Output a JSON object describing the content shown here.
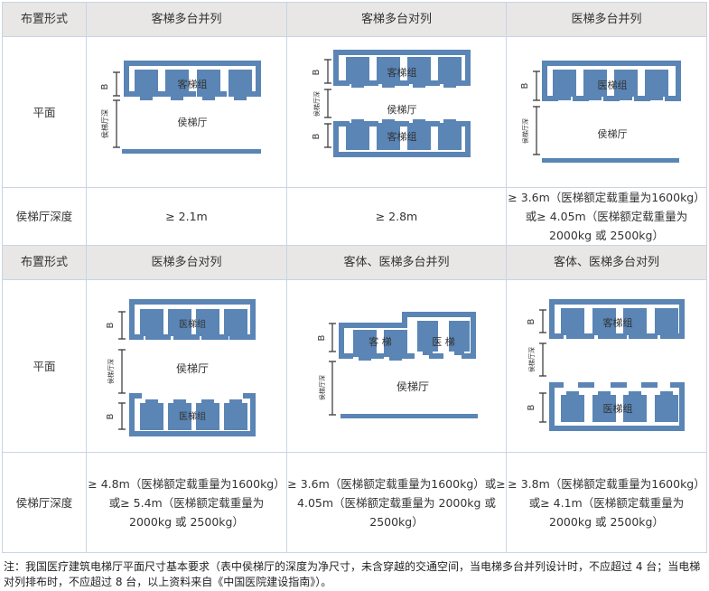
{
  "table": {
    "header_row_1": {
      "label": "布置形式",
      "columns": [
        "客梯多台并列",
        "客梯多台对列",
        "医梯多台并列"
      ]
    },
    "plan_row_1": {
      "label": "平面",
      "diagrams": [
        {
          "group_label": "客梯组",
          "lobby_label": "侯梯厅",
          "dim_b": "B",
          "dim_depth": "侯梯厅深"
        },
        {
          "group_label_top": "客梯组",
          "group_label_bottom": "客梯组",
          "lobby_label": "侯梯厅",
          "dim_b": "B",
          "dim_depth": "侯梯厅深"
        },
        {
          "group_label": "医梯组",
          "lobby_label": "侯梯厅",
          "dim_b": "B",
          "dim_depth": "侯梯厅深"
        }
      ]
    },
    "depth_row_1": {
      "label": "侯梯厅深度",
      "values": [
        "≥ 2.1m",
        "≥ 2.8m",
        "≥ 3.6m（医梯额定载重量为1600kg）或≥ 4.05m（医梯额定载重量为 2000kg 或 2500kg）"
      ]
    },
    "header_row_2": {
      "label": "布置形式",
      "columns": [
        "医梯多台对列",
        "客体、医梯多台并列",
        "客体、医梯多台对列"
      ]
    },
    "plan_row_2": {
      "label": "平面",
      "diagrams": [
        {
          "group_label_top": "医梯组",
          "group_label_bottom": "医梯组",
          "lobby_label": "侯梯厅",
          "dim_b": "B",
          "dim_depth": "侯梯厅深"
        },
        {
          "group_label_left": "客 梯",
          "group_label_right": "医 梯",
          "lobby_label": "侯梯厅",
          "dim_b": "B",
          "dim_depth": "侯梯厅深"
        },
        {
          "group_label_top": "客梯组",
          "group_label_bottom": "医梯组",
          "dim_b": "B",
          "dim_depth": "侯梯厅深"
        }
      ]
    },
    "depth_row_2": {
      "label": "侯梯厅深度",
      "values": [
        "≥ 4.8m（医梯额定载重量为1600kg）或≥ 5.4m（医梯额定载重量为 2000kg 或 2500kg）",
        "≥ 3.6m（医梯额定载重量为1600kg）或≥ 4.05m（医梯额定载重量为 2000kg 或 2500kg）",
        "≥ 3.8m（医梯额定载重量为1600kg）或≥ 4.1m（医梯额定载重量为 2000kg 或 2500kg）"
      ]
    }
  },
  "note": "注：我国医疗建筑电梯厅平面尺寸基本要求（表中侯梯厅的深度为净尺寸，未含穿越的交通空间，当电梯多台并列设计时，不应超过 4 台；当电梯对列排布时，不应超过 8 台，以上资料来自《中国医院建设指南》）。",
  "colors": {
    "diagram_blue": "#5a85b5",
    "header_bg": "#e8e7e6",
    "grid_line": "#c9d4e6"
  }
}
